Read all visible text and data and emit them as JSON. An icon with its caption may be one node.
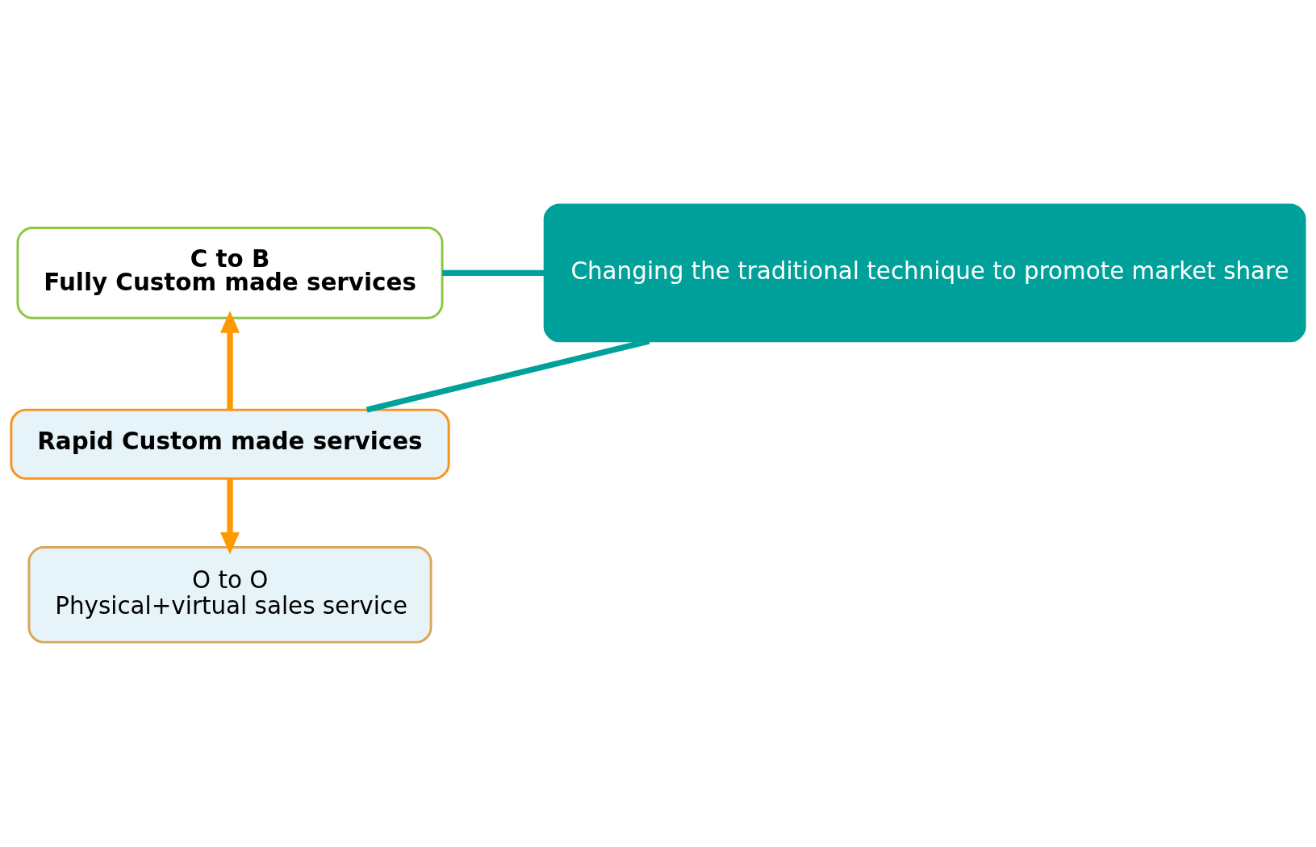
{
  "diagram": {
    "nodes": [
      {
        "text": [
          "C to B",
          "Fully Custom made services"
        ]
      },
      {
        "text": [
          "Rapid Custom made services"
        ]
      },
      {
        "text": [
          "O to O",
          "Physical+virtual sales service"
        ]
      },
      {
        "text": [
          "Changing the traditional technique to promote market share"
        ]
      }
    ],
    "edges": [
      {
        "from": 1,
        "to": 0,
        "arrow": "to",
        "color": "#ff9900"
      },
      {
        "from": 1,
        "to": 2,
        "arrow": "to",
        "color": "#ff9900"
      },
      {
        "from": 0,
        "to": 3,
        "arrow": "none",
        "color": "#00a19a"
      },
      {
        "from": 1,
        "to": 3,
        "arrow": "none",
        "color": "#00a19a"
      }
    ]
  }
}
